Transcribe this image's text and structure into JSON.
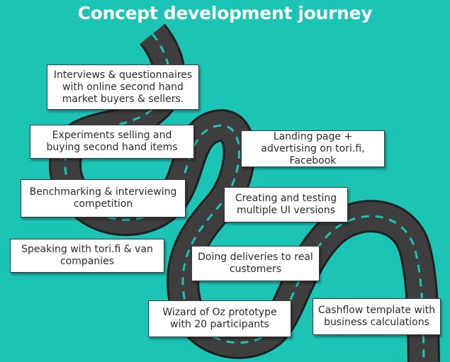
{
  "title": "Concept development journey",
  "steps": [
    {
      "text": "Interviews & questionnaires with online second hand market buyers & sellers."
    },
    {
      "text": "Experiments selling and buying second hand items"
    },
    {
      "text": "Landing page + advertising on tori.fi, Facebook"
    },
    {
      "text": "Benchmarking & interviewing competition"
    },
    {
      "text": "Creating and testing multiple UI versions"
    },
    {
      "text": "Speaking with tori.fi & van companies"
    },
    {
      "text": "Doing deliveries to real customers"
    },
    {
      "text": "Wizard of Oz prototype with 20 participants"
    },
    {
      "text": "Cashflow template with business calculations"
    }
  ],
  "colors": {
    "background": "#1CC4B6",
    "road": "#3E3E3E",
    "road_edge": "#1F1F1F",
    "lane": "#1CC4B6"
  }
}
